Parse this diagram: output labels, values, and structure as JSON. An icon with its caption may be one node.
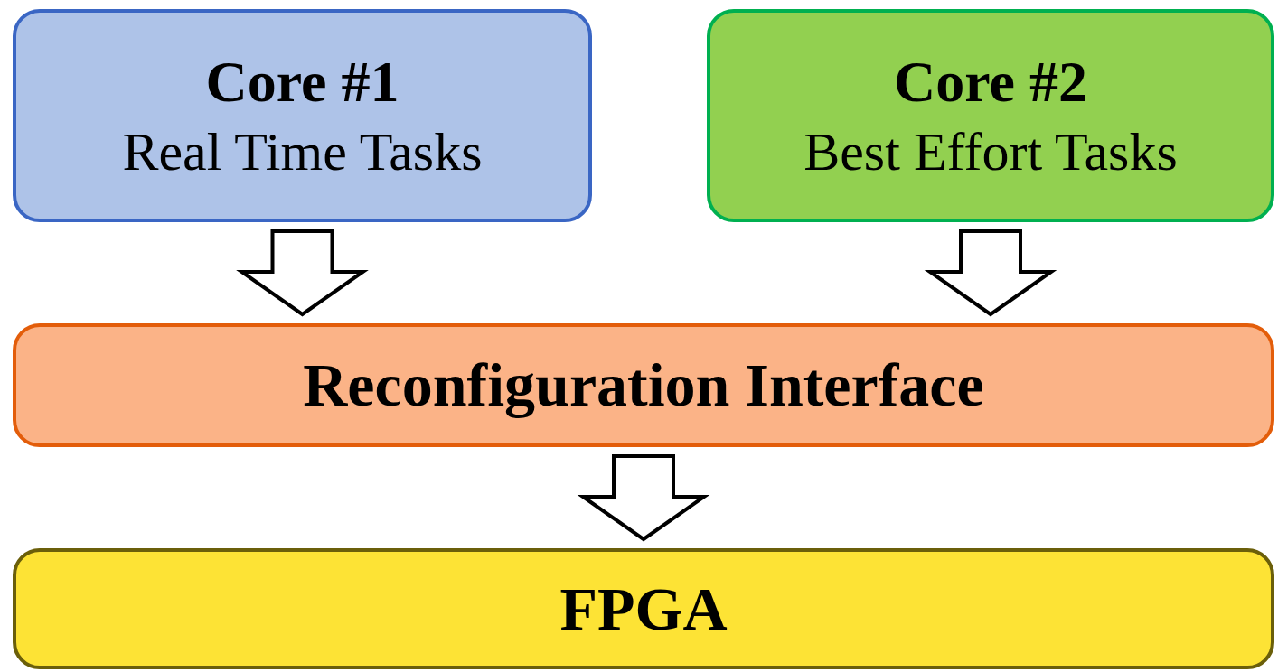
{
  "diagram": {
    "nodes": [
      {
        "text": [
          "Core #1",
          "Real Time Tasks"
        ]
      },
      {
        "text": [
          "Core #2",
          "Best Effort Tasks"
        ]
      },
      {
        "text": [
          "Reconfiguration Interface"
        ]
      },
      {
        "text": [
          "FPGA"
        ]
      }
    ],
    "edges": [
      {
        "from": 0,
        "to": 2,
        "arrow": "to"
      },
      {
        "from": 1,
        "to": 2,
        "arrow": "to"
      },
      {
        "from": 2,
        "to": 3,
        "arrow": "to"
      }
    ]
  }
}
